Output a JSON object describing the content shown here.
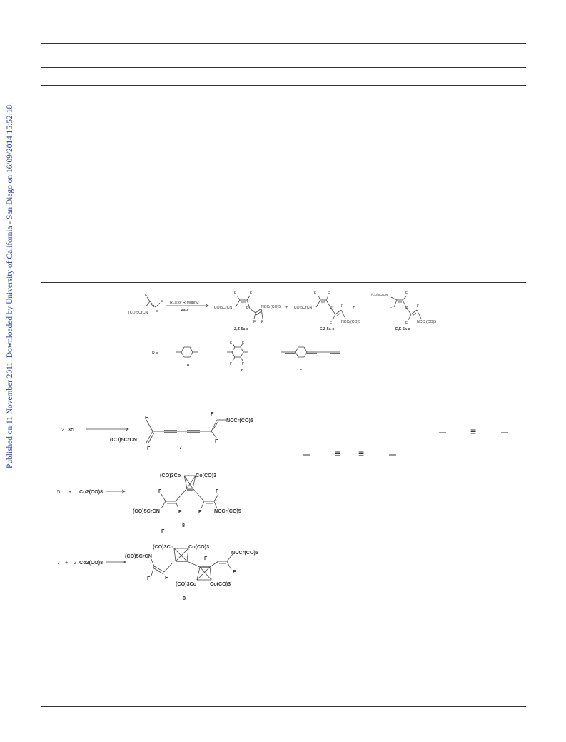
{
  "sidebar_text": "Published on 11 November 2011. Downloaded by University of California - San Diego on 16/09/2014 15:52:18.",
  "scheme1": {
    "reactant": "(CO)5CrCN",
    "reagent": "RLi2 or R(MgBr)2",
    "reagent_ref": "4a-c",
    "product_zz_left": "(CO)5CrCN",
    "product_zz_right": "NCCr(CO)5",
    "product_zz_label": "Z,Z-5a-c",
    "product_ez_left": "(CO)5CrCN",
    "product_ez_right": "NCCr(CO)5",
    "product_ez_label": "E,Z-5a-c",
    "product_ee_top": "(CO)5CrCN",
    "product_ee_right": "NCCr(CO)5",
    "product_ee_label": "E,E-5a-c",
    "r_label": "R =",
    "sub_a": "a",
    "sub_b": "b",
    "sub_c": "c",
    "plus": "+"
  },
  "scheme2": {
    "coef": "2",
    "reactant": "3c",
    "left_group": "(CO)5CrCN",
    "right_group": "NCCr(CO)5",
    "label": "7"
  },
  "scheme3": {
    "reactant": "5",
    "plus": "+",
    "reagent": "Co2(CO)8",
    "co_left": "(CO)3Co",
    "co_right": "Co(CO)3",
    "left_group": "(CO)5CrCN",
    "right_group": "NCCr(CO)5",
    "label": "8",
    "stray_f": "F"
  },
  "scheme4": {
    "reactant": "7",
    "plus": "+",
    "coef": "2",
    "reagent": "Co2(CO)8",
    "left_group": "(CO)5CrCN",
    "right_group": "NCCr(CO)5",
    "co_top_left": "(CO)3Co",
    "co_top_right": "Co(CO)3",
    "co_bot_left": "(CO)3Co",
    "co_bot_right": "Co(CO)3",
    "label": "8"
  },
  "atoms": {
    "F": "F",
    "R": "R"
  },
  "bonds": {
    "row1": [
      "═",
      "≡",
      "═"
    ],
    "row2": [
      "═",
      "≡",
      "≡",
      "═"
    ]
  }
}
